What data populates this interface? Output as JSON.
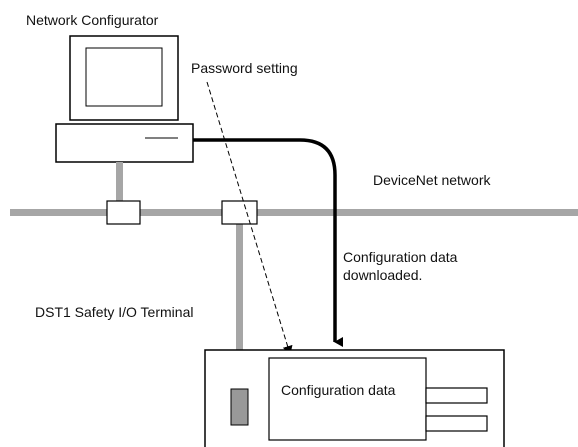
{
  "labels": {
    "configurator": "Network Configurator",
    "password": "Password setting",
    "network": "DeviceNet network",
    "download_line1": "Configuration data",
    "download_line2": "downloaded.",
    "terminal": "DST1 Safety I/O Terminal",
    "config_box": "Configuration data"
  },
  "colors": {
    "network_bus": "#a6a6a6",
    "line": "#000000",
    "background": "#ffffff",
    "indicator": "#999999"
  }
}
